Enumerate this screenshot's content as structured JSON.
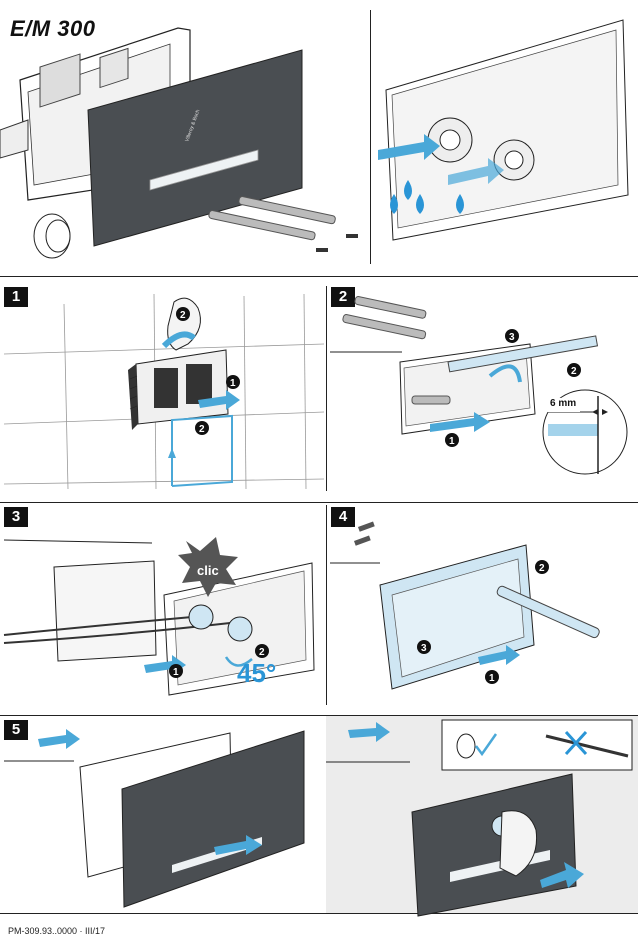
{
  "header": {
    "title": "E/M 300"
  },
  "steps": [
    {
      "number": "1"
    },
    {
      "number": "2"
    },
    {
      "number": "3"
    },
    {
      "number": "4"
    },
    {
      "number": "5"
    }
  ],
  "step2": {
    "measure_label": "6 mm"
  },
  "step3": {
    "click_label": "clic",
    "angle_label": "45°"
  },
  "footer": {
    "doc_code": "PM-309.93..0000 · III/17"
  },
  "colors": {
    "accent_blue": "#4aa8d8",
    "plate_dark": "#4a4e52",
    "frame_blue": "#cfe6f3"
  },
  "icons": [
    "water-drop-icon",
    "arrow-icon",
    "screwdriver-icon",
    "check-icon",
    "cross-icon"
  ]
}
